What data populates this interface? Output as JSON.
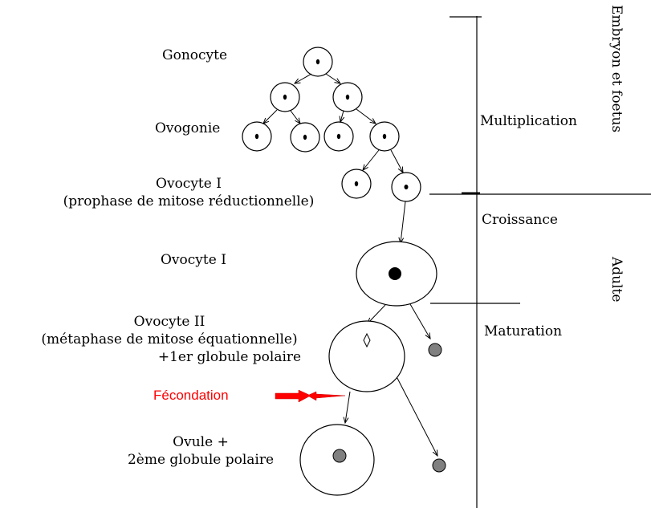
{
  "labels": {
    "gonocyte": "Gonocyte",
    "ovogonie": "Ovogonie",
    "ovocyte1_title": "Ovocyte I",
    "ovocyte1_note": "(prophase de mitose réductionnelle)",
    "ovocyte1_grown": "Ovocyte I",
    "ovocyte2_title": "Ovocyte II",
    "ovocyte2_note": "(métaphase de mitose équationnelle)",
    "ovocyte2_pb": "+1er globule polaire",
    "fecondation": "Fécondation",
    "ovule_title": "Ovule +",
    "ovule_pb": "2ème globule polaire"
  },
  "phases": {
    "multiplication": "Multiplication",
    "croissance": "Croissance",
    "maturation": "Maturation"
  },
  "periods": {
    "embryon": "Embryon et foetus",
    "adulte": "Adulte"
  },
  "colors": {
    "fecondation": "#ff0000",
    "polar_body": "#808080",
    "nucleus": "#000000"
  }
}
